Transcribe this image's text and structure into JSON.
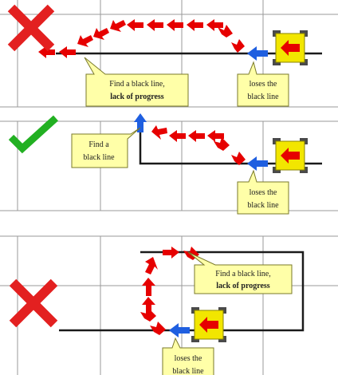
{
  "panels": [
    {
      "id": "panel-1",
      "verdict": "wrong",
      "callouts": [
        {
          "name": "callout-find-black-line-lack-of-progress",
          "lines": [
            "Find a black line,",
            "lack of progress"
          ],
          "bold_lines": [
            1
          ]
        },
        {
          "name": "callout-loses-black-line",
          "lines": [
            "loses the",
            "black line"
          ],
          "bold_lines": []
        }
      ]
    },
    {
      "id": "panel-2",
      "verdict": "correct",
      "callouts": [
        {
          "name": "callout-find-black-line",
          "lines": [
            "Find a",
            "black line"
          ],
          "bold_lines": []
        },
        {
          "name": "callout-loses-black-line",
          "lines": [
            "loses the",
            "black line"
          ],
          "bold_lines": []
        }
      ]
    },
    {
      "id": "panel-3",
      "verdict": "wrong",
      "callouts": [
        {
          "name": "callout-find-black-line-lack-of-progress",
          "lines": [
            "Find a black line,",
            "lack of progress"
          ],
          "bold_lines": [
            1
          ]
        },
        {
          "name": "callout-loses-black-line",
          "lines": [
            "loses the",
            "black line"
          ],
          "bold_lines": []
        }
      ]
    }
  ],
  "colors": {
    "grid": "#9a9a9a",
    "line": "#1a1a1a",
    "path_arrow": "#e60000",
    "turn_arrow": "#1f5fe0",
    "robot_body": "#f2e600",
    "robot_wheel": "#4a4a4a",
    "callout_fill": "#ffffa8",
    "callout_stroke": "#7a7a2a",
    "cross": "#e32020",
    "check": "#22b022"
  },
  "icons": {
    "wrong": "cross-icon",
    "correct": "check-icon",
    "robot": "robot-icon"
  }
}
